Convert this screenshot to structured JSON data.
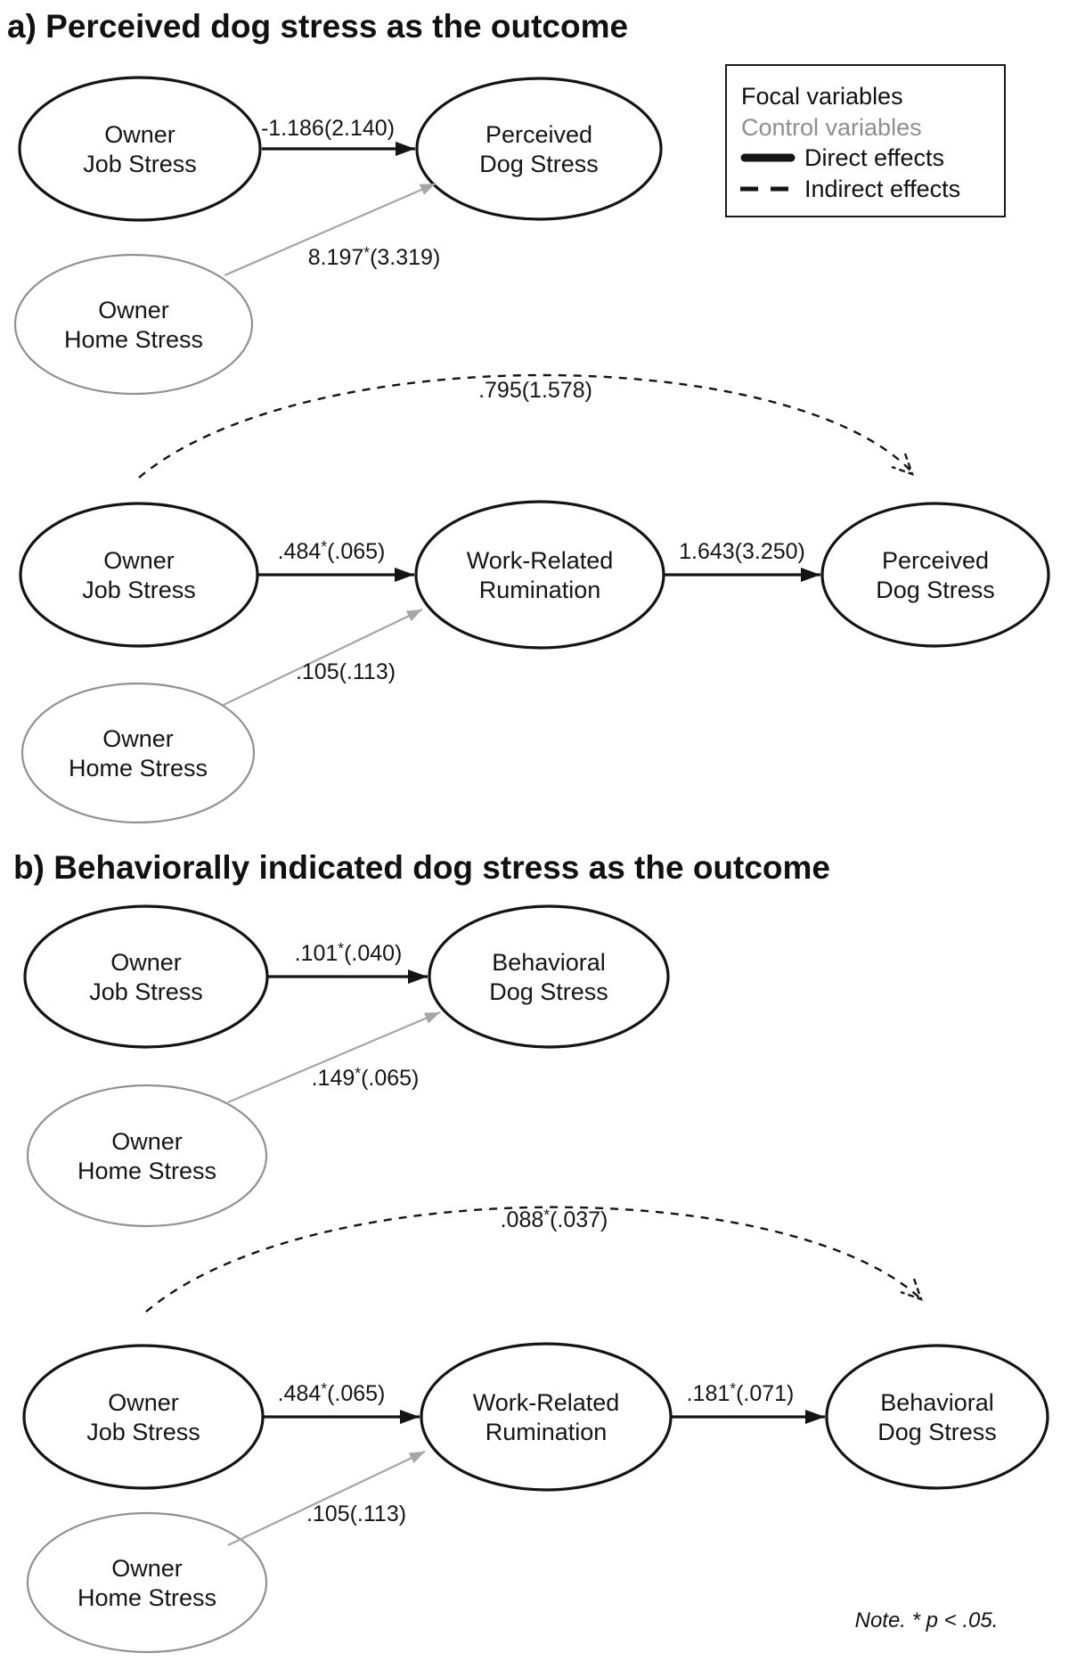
{
  "figure": {
    "panel_a": {
      "title": "a) Perceived dog stress as the outcome",
      "direct": {
        "nodes": {
          "job": {
            "line1": "Owner",
            "line2": "Job Stress"
          },
          "home": {
            "line1": "Owner",
            "line2": "Home Stress"
          },
          "outcome": {
            "line1": "Perceived",
            "line2": "Dog Stress"
          }
        },
        "paths": {
          "job_to_outcome": "-1.186(2.140)",
          "home_to_outcome": "8.197*(3.319)"
        }
      },
      "mediation": {
        "nodes": {
          "job": {
            "line1": "Owner",
            "line2": "Job Stress"
          },
          "home": {
            "line1": "Owner",
            "line2": "Home Stress"
          },
          "mediator": {
            "line1": "Work-Related",
            "line2": "Rumination"
          },
          "outcome": {
            "line1": "Perceived",
            "line2": "Dog Stress"
          }
        },
        "paths": {
          "indirect": ".795(1.578)",
          "job_to_mediator": ".484*(.065)",
          "home_to_mediator": ".105(.113)",
          "mediator_to_outcome": "1.643(3.250)"
        }
      }
    },
    "panel_b": {
      "title": "b) Behaviorally indicated dog stress as the outcome",
      "direct": {
        "nodes": {
          "job": {
            "line1": "Owner",
            "line2": "Job Stress"
          },
          "home": {
            "line1": "Owner",
            "line2": "Home Stress"
          },
          "outcome": {
            "line1": "Behavioral",
            "line2": "Dog Stress"
          }
        },
        "paths": {
          "job_to_outcome": ".101*(.040)",
          "home_to_outcome": ".149*(.065)"
        }
      },
      "mediation": {
        "nodes": {
          "job": {
            "line1": "Owner",
            "line2": "Job Stress"
          },
          "home": {
            "line1": "Owner",
            "line2": "Home Stress"
          },
          "mediator": {
            "line1": "Work-Related",
            "line2": "Rumination"
          },
          "outcome": {
            "line1": "Behavioral",
            "line2": "Dog Stress"
          }
        },
        "paths": {
          "indirect": ".088*(.037)",
          "job_to_mediator": ".484*(.065)",
          "home_to_mediator": ".105(.113)",
          "mediator_to_outcome": ".181*(.071)"
        }
      }
    },
    "legend": {
      "focal": "Focal variables",
      "control": "Control variables",
      "direct": "Direct effects",
      "indirect": "Indirect effects"
    },
    "note": "Note. * p < .05.",
    "colors": {
      "focal": "#141414",
      "control_stroke": "#919191",
      "control_text": "#8f8f8f",
      "control_arrow": "#a6a6a6",
      "background": "#ffffff"
    }
  }
}
